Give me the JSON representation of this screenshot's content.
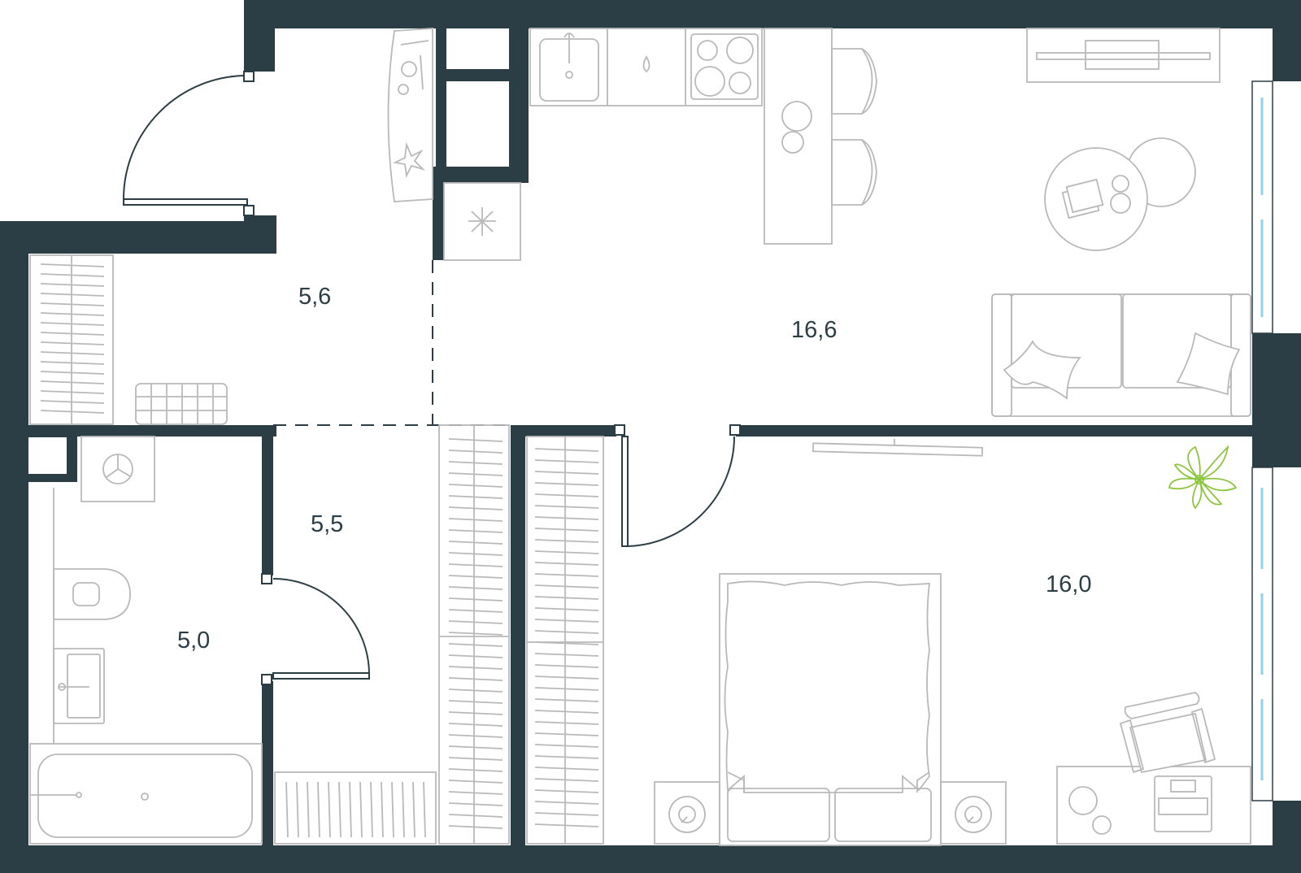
{
  "plan": {
    "rooms": [
      {
        "id": "hallway",
        "area": "5,6"
      },
      {
        "id": "living-kitchen",
        "area": "16,6"
      },
      {
        "id": "corridor",
        "area": "5,5"
      },
      {
        "id": "bathroom",
        "area": "5,0"
      },
      {
        "id": "bedroom",
        "area": "16,0"
      }
    ]
  },
  "colors": {
    "wall": "#2c3e45",
    "furniture": "#b9b9b9",
    "plant": "#8cc63f",
    "window": "#8fd3ef"
  }
}
